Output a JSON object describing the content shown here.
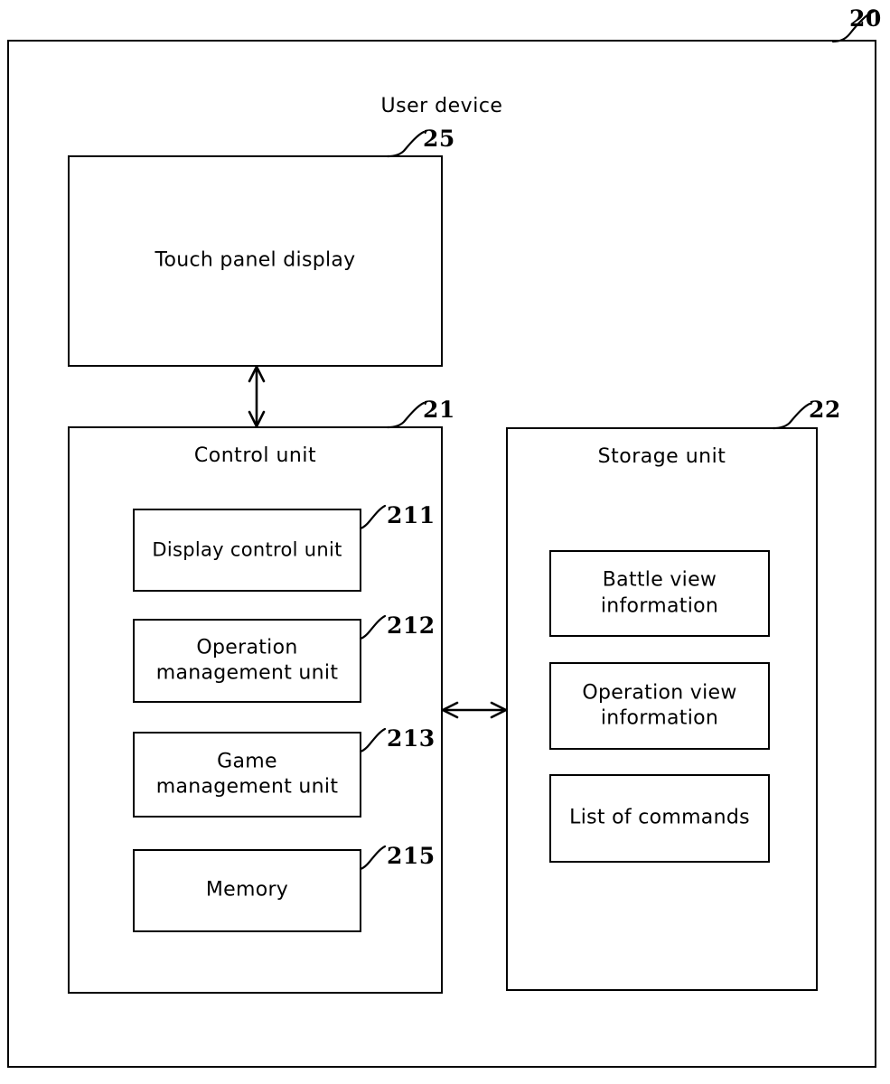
{
  "figure": {
    "outer": {
      "title": "User  device",
      "ref": "20"
    },
    "touch_panel": {
      "label": "Touch panel display",
      "ref": "25"
    },
    "control_unit": {
      "title": "Control unit",
      "ref": "21",
      "modules": [
        {
          "label": "Display control unit",
          "ref": "211"
        },
        {
          "label": "Operation\nmanagement unit",
          "ref": "212"
        },
        {
          "label": "Game\nmanagement unit",
          "ref": "213"
        },
        {
          "label": "Memory",
          "ref": "215"
        }
      ]
    },
    "storage_unit": {
      "title": "Storage unit",
      "ref": "22",
      "items": [
        {
          "label": "Battle view\ninformation"
        },
        {
          "label": "Operation view\ninformation"
        },
        {
          "label": "List of commands"
        }
      ]
    },
    "connections": [
      {
        "name": "display-to-control",
        "orientation": "vertical",
        "double_headed": true
      },
      {
        "name": "control-to-storage",
        "orientation": "horizontal",
        "double_headed": true
      }
    ],
    "colors": {
      "line": "#000000",
      "background": "#ffffff",
      "text": "#000000"
    }
  }
}
